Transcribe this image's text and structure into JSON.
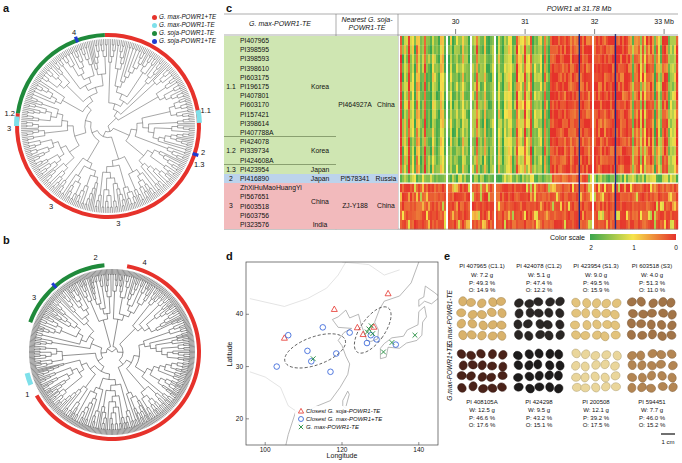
{
  "diagram": {
    "nodes": [
      {
        "text": [
          "PI464927A",
          "China"
        ]
      },
      {
        "text": [
          "1.1",
          "PI407965 PI398595 PI398593 PI398610 PI603175 PI196175 PI407801 PI603170 PI157421 PI398614 PI407788A",
          "Korea"
        ],
        "in": 0
      },
      {
        "text": [
          "1.2",
          "PI424078 PI339734 PI424608A",
          "Korea"
        ],
        "in": 0
      },
      {
        "text": [
          "1.3",
          "PI423954",
          "Japan"
        ],
        "in": 0
      },
      {
        "text": [
          "2",
          "PI416890",
          "Japan",
          "PI578341",
          "Russia"
        ]
      },
      {
        "text": [
          "3",
          "ZhXiHuMaoHuangYi PI567651 PI603518 PI603756 PI323576",
          "China",
          "India",
          "ZJ-Y188",
          "China"
        ]
      }
    ],
    "labels": [
      "a",
      "b",
      "c",
      "d",
      "e",
      "4",
      "1.1",
      "1.2",
      "3",
      "2",
      "1.3",
      "3",
      "3",
      "2",
      "4",
      "3",
      "1",
      "G. max-POWR1-TE",
      "Nearest G. soja-POWR1-TE",
      "POWR1 at 31.78 Mb",
      "30",
      "31",
      "32",
      "33 Mb",
      "Color scale",
      "2",
      "1",
      "0",
      "Latitude",
      "Longitude",
      "100",
      "120",
      "140",
      "20",
      "30",
      "40",
      "PI 407965 (C1.1)",
      "PI 424078 (C1.2)",
      "PI 423954 (S1.3)",
      "PI 603518 (S3)",
      "W: 7.2 g",
      "P: 49.3 %",
      "O: 14.9 %",
      "W: 5.1 g",
      "P: 47.4 %",
      "O: 12.2 %",
      "W: 9.0 g",
      "P: 49.5 %",
      "O: 15.9 %",
      "W: 4.0 g",
      "P: 51.3 %",
      "O: 11.0 %",
      "PI 408105A",
      "PI 424298",
      "PI 200508",
      "PI 594451",
      "W: 12.5 g",
      "P: 46.6 %",
      "O: 17.6 %",
      "W: 9.5 g",
      "P: 43.2 %",
      "O: 15.1 %",
      "W: 12.1 g",
      "P: 39.2 %",
      "O: 17.5 %",
      "W: 7.7 g",
      "P: 46.0 %",
      "O: 15.2 %",
      "G.max-POWR1-TE",
      "G.max-POWR1+TE",
      "1 cm"
    ],
    "legend": [
      {
        "text": "G. max-POWR1+TE",
        "color": "#e6322b"
      },
      {
        "text": "G. max-POWR1-TE",
        "color": "#7ee0ea"
      },
      {
        "text": "G. soja-POWR1-TE",
        "color": "#1f8a3b"
      },
      {
        "text": "G. soja-POWR1+TE",
        "color": "#1f3bd1"
      },
      {
        "text": "Closest G. soja-POWR1-TE"
      },
      {
        "text": "Closest G. max-POWR1+TE"
      },
      {
        "text": "G. max-POWR1-TE"
      }
    ]
  }
}
